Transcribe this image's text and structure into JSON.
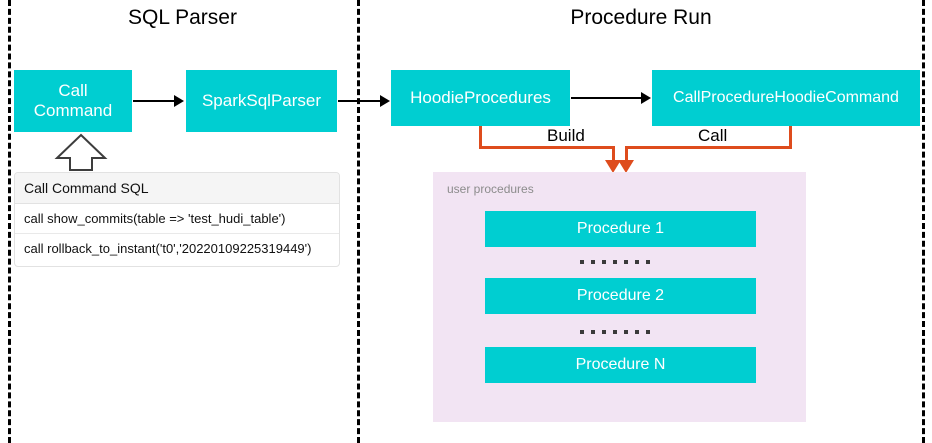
{
  "sections": [
    {
      "title": "SQL Parser"
    },
    {
      "title": "Procedure Run"
    }
  ],
  "nodes": {
    "call_command": "Call\nCommand",
    "call_command_line1": "Call",
    "call_command_line2": "Command",
    "spark_sql_parser": "SparkSqlParser",
    "hoodie_procedures": "HoodieProcedures",
    "call_procedure_hoodie_command": "CallProcedureHoodieCommand"
  },
  "sql_card": {
    "header": "Call Command SQL",
    "rows": [
      "call show_commits(table => 'test_hudi_table')",
      "call rollback_to_instant('t0','20220109225319449')"
    ]
  },
  "edges": {
    "build_label": "Build",
    "call_label": "Call"
  },
  "procedures_panel": {
    "label": "user procedures",
    "items": [
      "Procedure 1",
      "Procedure 2",
      "Procedure N"
    ],
    "ellipsis_dot_count": 7
  },
  "colors": {
    "node_teal": "#00CED1",
    "orange_connector": "#DE4C1D",
    "panel_pink": "#F2E4F3",
    "separator_black": "#000000",
    "panel_label_gray": "#8C8C8C"
  }
}
